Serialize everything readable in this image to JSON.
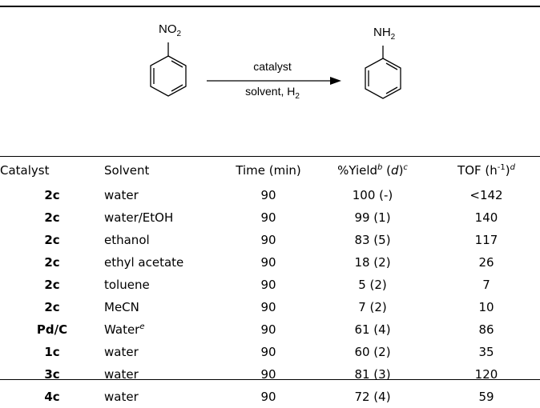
{
  "scheme": {
    "reactant_group": "NO",
    "reactant_group_sub": "2",
    "product_group": "NH",
    "product_group_sub": "2",
    "arrow_above": "catalyst",
    "arrow_below_main": "solvent, H",
    "arrow_below_sub": "2"
  },
  "table": {
    "headers": {
      "catalyst": "Catalyst",
      "solvent": "Solvent",
      "time": "Time (min)",
      "yield_main": "%Yield",
      "yield_sup_b": "b",
      "yield_mid": " (",
      "yield_d": "d",
      "yield_close": ")",
      "yield_sup_c": "c",
      "tof_main": "TOF (h",
      "tof_exp": "-1",
      "tof_close": ")",
      "tof_sup_d": "d"
    },
    "rows": [
      {
        "catalyst": "2c",
        "solvent": "water",
        "solvent_sup": "",
        "time": "90",
        "yield": "100 (-)",
        "tof": "<142"
      },
      {
        "catalyst": "2c",
        "solvent": "water/EtOH",
        "solvent_sup": "",
        "time": "90",
        "yield": "99 (1)",
        "tof": "140"
      },
      {
        "catalyst": "2c",
        "solvent": "ethanol",
        "solvent_sup": "",
        "time": "90",
        "yield": "83 (5)",
        "tof": "117"
      },
      {
        "catalyst": "2c",
        "solvent": "ethyl acetate",
        "solvent_sup": "",
        "time": "90",
        "yield": "18 (2)",
        "tof": "26"
      },
      {
        "catalyst": "2c",
        "solvent": "toluene",
        "solvent_sup": "",
        "time": "90",
        "yield": "5 (2)",
        "tof": "7"
      },
      {
        "catalyst": "2c",
        "solvent": "MeCN",
        "solvent_sup": "",
        "time": "90",
        "yield": "7 (2)",
        "tof": "10"
      },
      {
        "catalyst": "Pd/C",
        "solvent": "Water",
        "solvent_sup": "e",
        "time": "90",
        "yield": "61 (4)",
        "tof": "86"
      },
      {
        "catalyst": "1c",
        "solvent": "water",
        "solvent_sup": "",
        "time": "90",
        "yield": "60 (2)",
        "tof": "35"
      },
      {
        "catalyst": "3c",
        "solvent": "water",
        "solvent_sup": "",
        "time": "90",
        "yield": "81 (3)",
        "tof": "120"
      },
      {
        "catalyst": "4c",
        "solvent": "water",
        "solvent_sup": "",
        "time": "90",
        "yield": "72 (4)",
        "tof": "59"
      }
    ]
  }
}
